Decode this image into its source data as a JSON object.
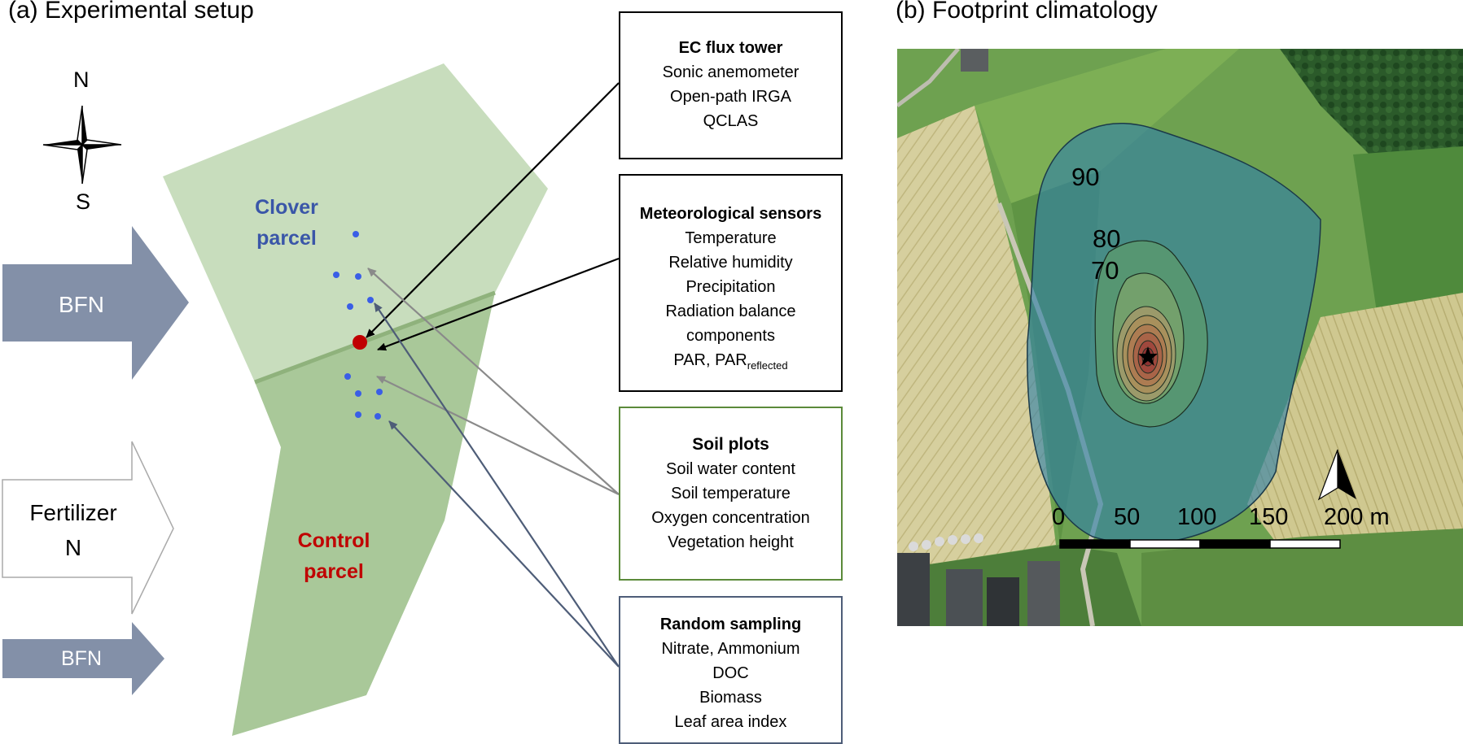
{
  "panel_a": {
    "title": "(a) Experimental setup",
    "compass": {
      "north": "N",
      "south": "S"
    },
    "inputs": {
      "bfn_top": "BFN",
      "fertilizer_line1": "Fertilizer",
      "fertilizer_line2": "N",
      "bfn_bottom": "BFN"
    },
    "parcels": {
      "clover_line1": "Clover",
      "clover_line2": "parcel",
      "control_line1": "Control",
      "control_line2": "parcel"
    },
    "colors": {
      "clover_fill": "#c8ddbd",
      "control_fill": "#a9c899",
      "bfn_arrow": "#8390a8",
      "clover_text": "#3a56a8",
      "control_text": "#c00000",
      "tower_dot": "#c00000",
      "sample_dots": "#3a5ee6"
    },
    "boxes": [
      {
        "title": "EC flux tower",
        "lines": [
          "Sonic anemometer",
          "Open-path IRGA",
          "QCLAS"
        ]
      },
      {
        "title": "Meteorological sensors",
        "lines": [
          "Temperature",
          "Relative humidity",
          "Precipitation",
          "Radiation balance",
          "components"
        ],
        "last_main": "PAR, PAR",
        "last_sub": "reflected"
      },
      {
        "title": "Soil plots",
        "lines": [
          "Soil water content",
          "Soil temperature",
          "Oxygen concentration",
          "Vegetation height"
        ]
      },
      {
        "title": "Random sampling",
        "lines": [
          "Nitrate, Ammonium",
          "DOC",
          "Biomass",
          "Leaf area index"
        ]
      }
    ]
  },
  "panel_b": {
    "title": "(b) Footprint climatology",
    "contours": [
      "90",
      "80",
      "70"
    ],
    "scale": {
      "ticks": [
        "0",
        "50",
        "100",
        "150",
        "200 m"
      ]
    }
  }
}
